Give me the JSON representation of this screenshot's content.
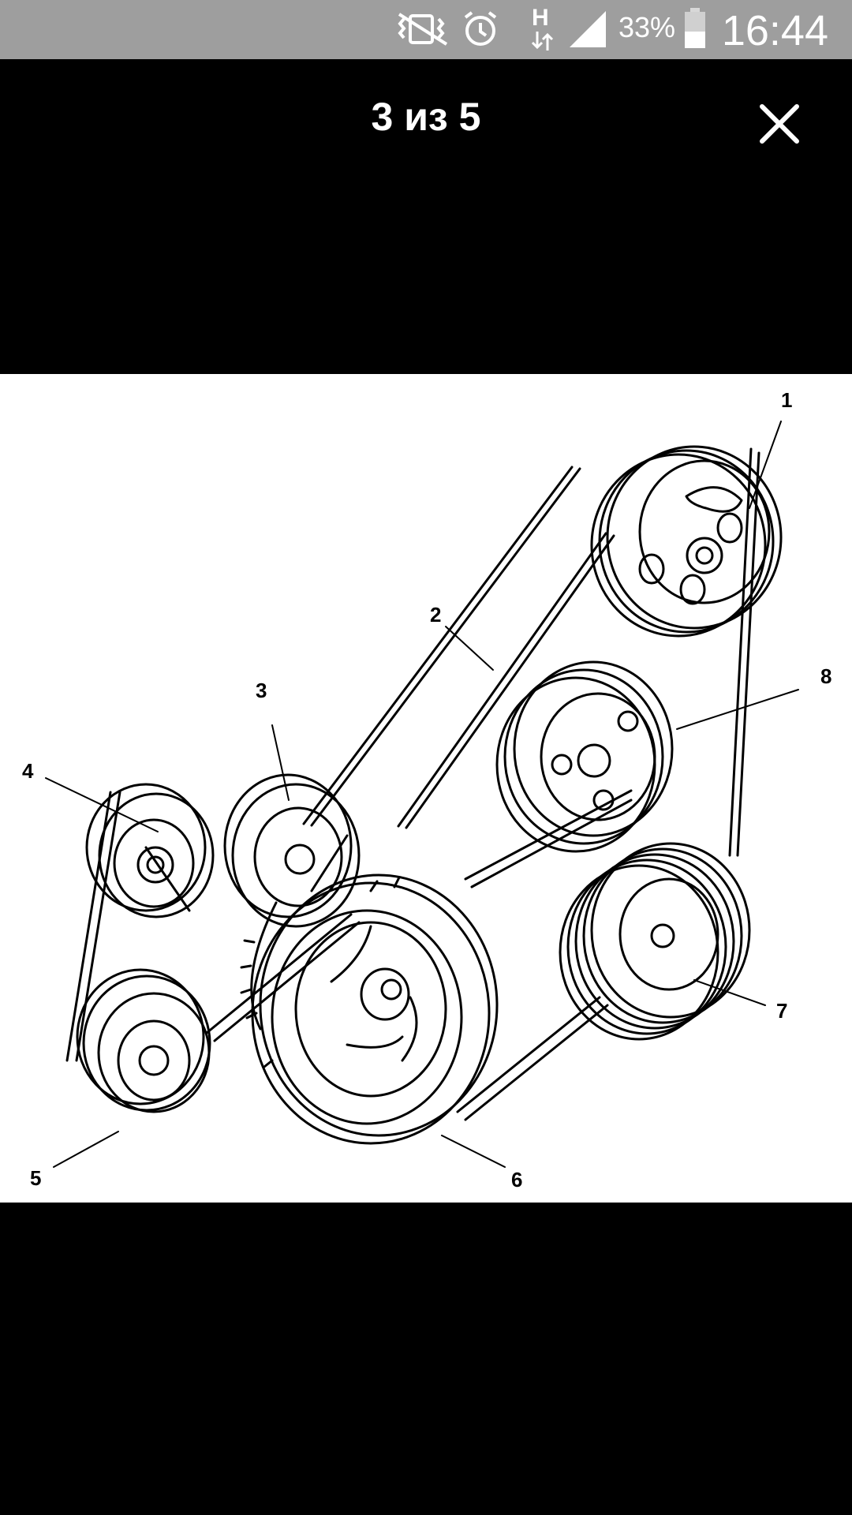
{
  "status_bar": {
    "battery_percent": "33%",
    "time": "16:44",
    "network_type": "H",
    "icons": [
      "vibrate-mute-icon",
      "alarm-icon",
      "network-h-icon",
      "signal-icon",
      "battery-icon"
    ]
  },
  "viewer": {
    "counter": "3 из 5",
    "close_icon": "close-icon"
  },
  "image": {
    "callouts": [
      "1",
      "2",
      "3",
      "4",
      "5",
      "6",
      "7",
      "8"
    ]
  }
}
